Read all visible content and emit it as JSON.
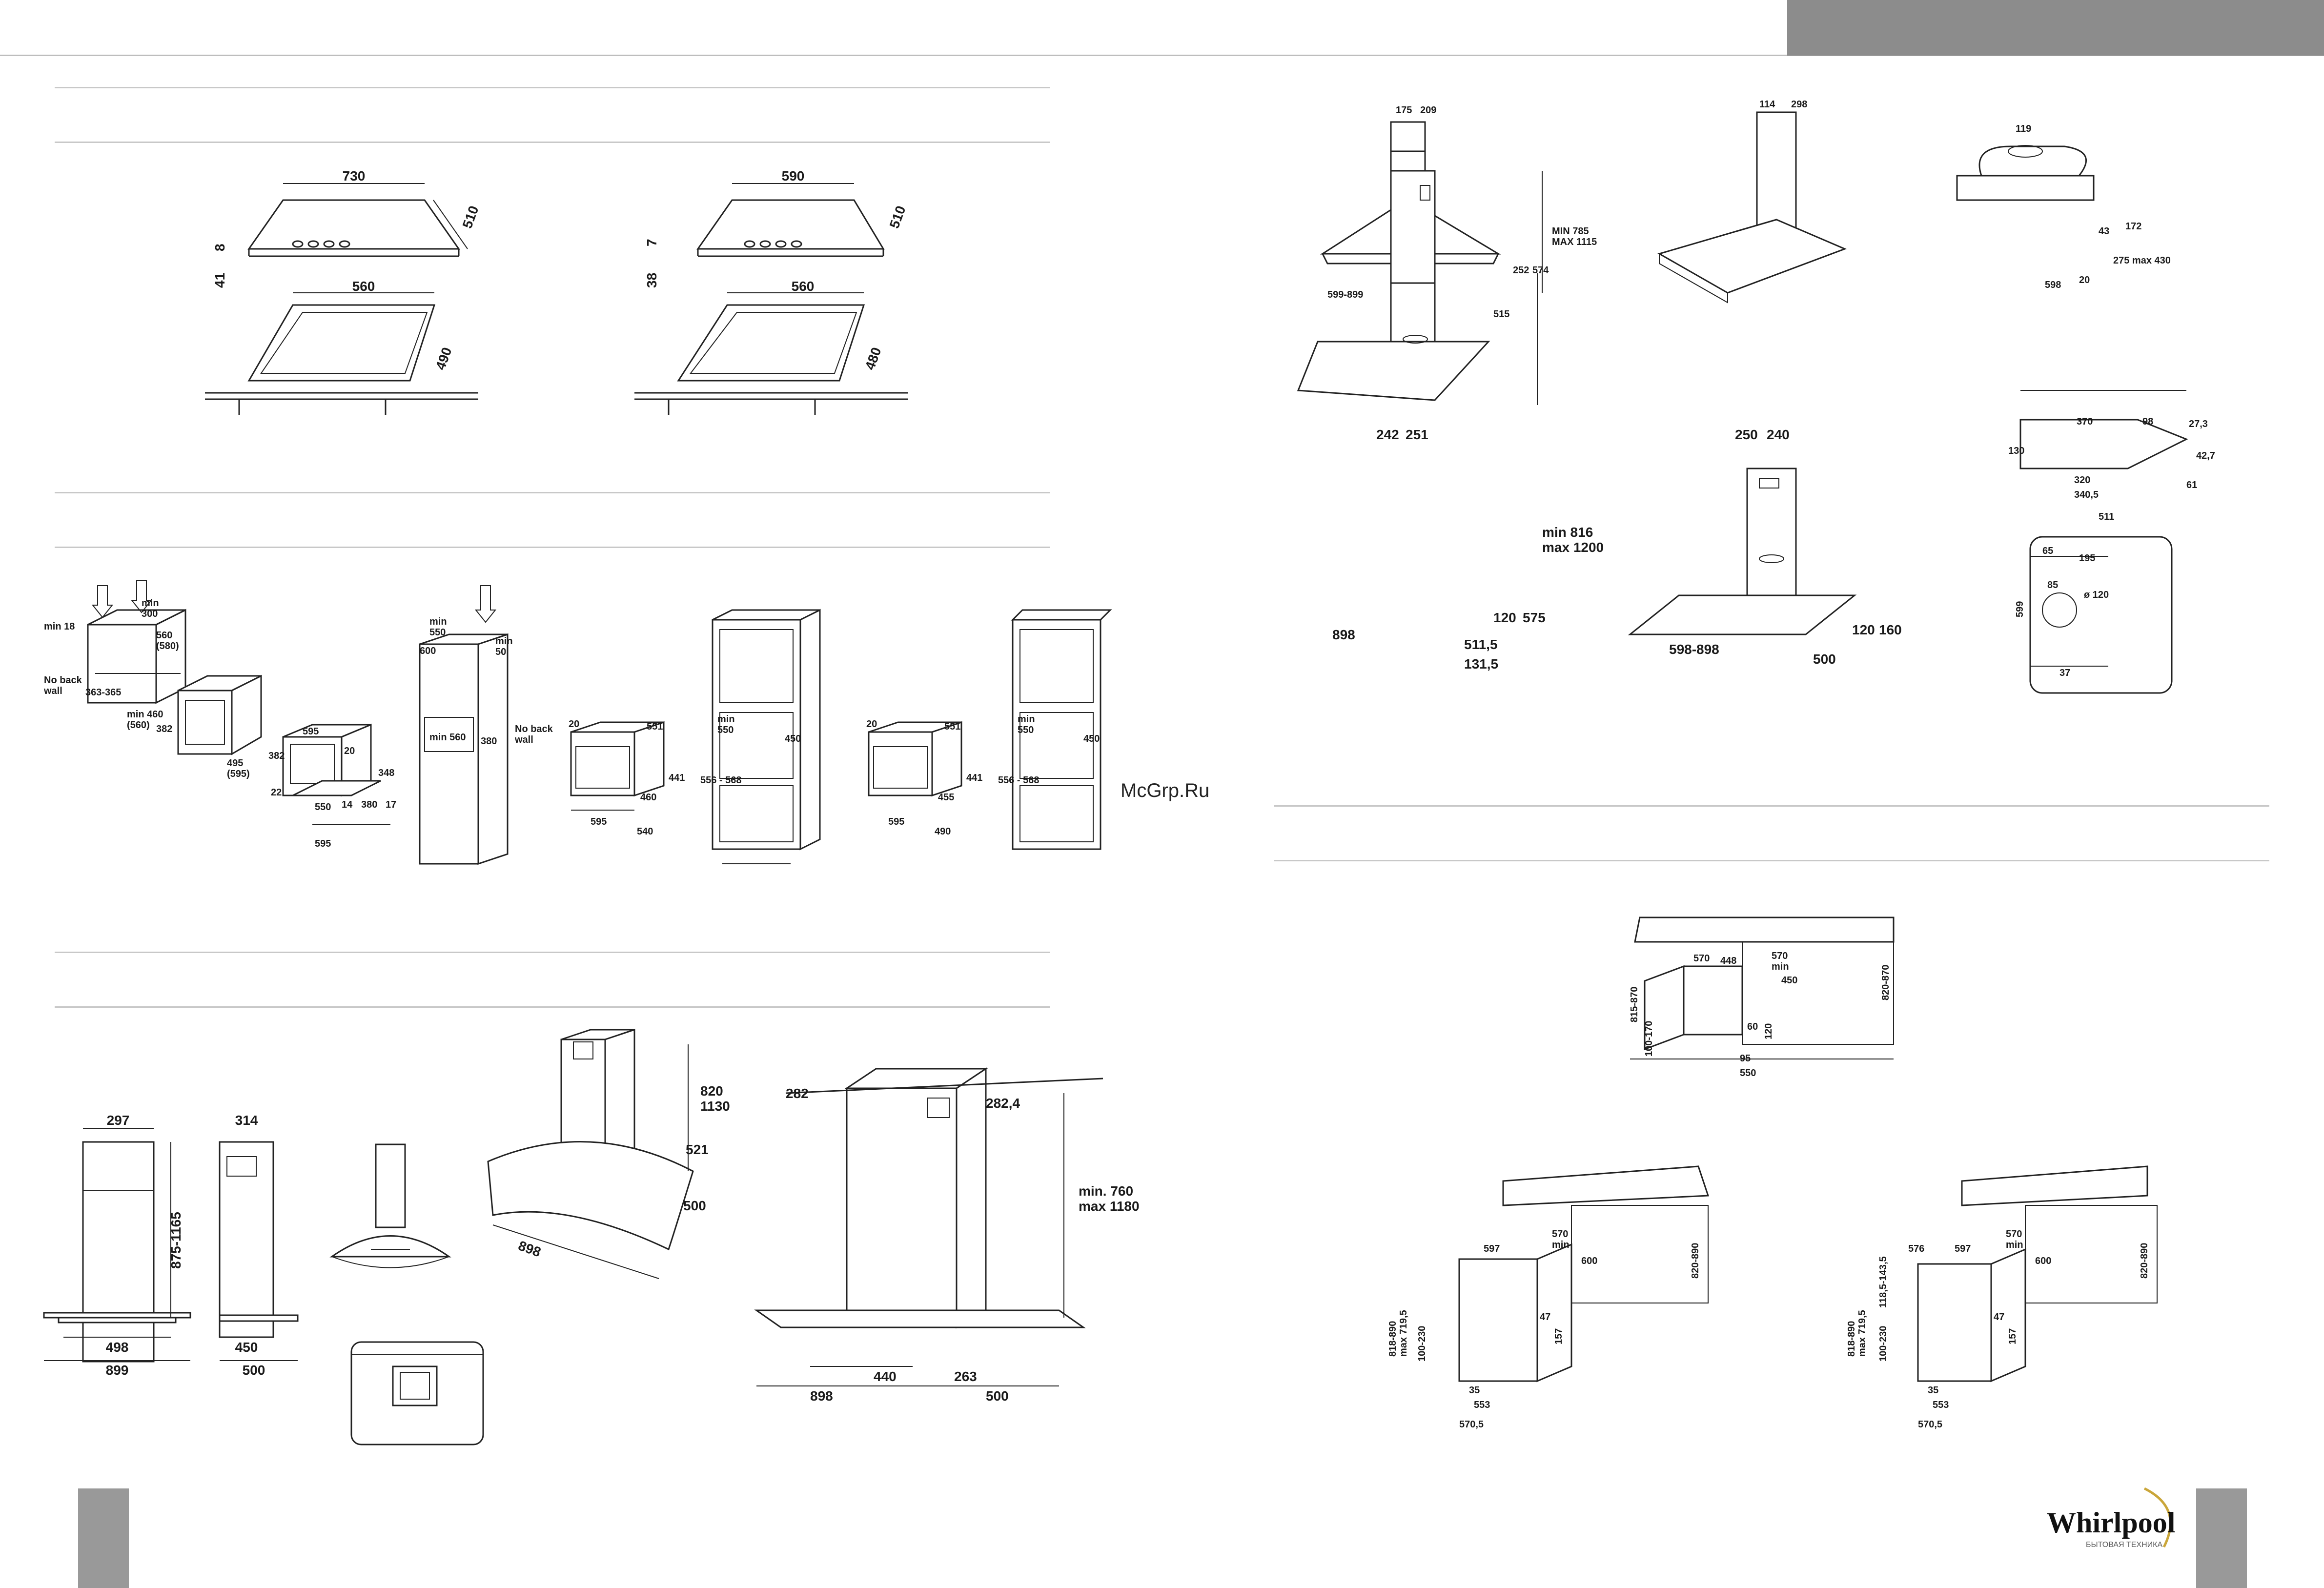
{
  "watermark": "McGrp.Ru",
  "brand": {
    "name": "Whirlpool",
    "tagline": "БЫТОВАЯ ТЕХНИКА"
  },
  "hobs": {
    "hob_730": {
      "width": "730",
      "depth": "510",
      "height": "8",
      "thickness": "41",
      "cut_w": "560",
      "cut_d": "490"
    },
    "hob_590": {
      "width": "590",
      "depth": "510",
      "height": "7",
      "thickness": "38",
      "cut_w": "560",
      "cut_d": "480"
    }
  },
  "ovens": {
    "top_min": "min 18",
    "min300": "min\n300",
    "d560": "560\n(580)",
    "d363": "363-365",
    "noback": "No back\nwall",
    "min460": "min 460\n(560)",
    "h382": "382",
    "w495": "495\n(595)",
    "m595": "595",
    "m382": "382",
    "m348": "348",
    "m20": "20",
    "m22": "22",
    "m550": "550",
    "m380": "380",
    "m14": "14",
    "m17": "17",
    "m595b": "595",
    "col_min550": "min\n550",
    "col_min50": "min\n50",
    "col_600": "600",
    "col_min560": "min 560",
    "col_380": "380",
    "col_noback": "No back\nwall",
    "o1_20": "20",
    "o1_551": "551",
    "o1_441": "441",
    "o1_460": "460",
    "o1_595": "595",
    "o1_540": "540",
    "c1_min550": "min\n550",
    "c1_450": "450",
    "c1_556": "556 - 568",
    "o2_20": "20",
    "o2_551": "551",
    "o2_441": "441",
    "o2_455": "455",
    "o2_595": "595",
    "o2_490": "490",
    "c2_min550": "min\n550",
    "c2_450": "450",
    "c2_556": "556 - 568"
  },
  "hoods_bottom": {
    "a_297": "297",
    "a_875": "875-1165",
    "a_498": "498",
    "a_899": "899",
    "b_314": "314",
    "b_450": "450",
    "b_500": "500",
    "c_820": "820\n1130",
    "c_521": "521",
    "c_898": "898",
    "c_500": "500",
    "d_282": "282",
    "d_282_4": "282,4",
    "d_min760": "min. 760\nmax 1180",
    "d_440": "440",
    "d_263": "263",
    "d_898": "898",
    "d_500": "500"
  },
  "hoods_top": {
    "h1_175": "175",
    "h1_209": "209",
    "h1_min": "MIN 785\nMAX 1115",
    "h1_252": "252",
    "h1_574": "574",
    "h1_599": "599-899",
    "h1_515": "515",
    "h2_114": "114",
    "h2_298": "298",
    "h3_119": "119",
    "h3_172": "172",
    "h3_43": "43",
    "h3_275": "275 max 430",
    "h3_20": "20",
    "h3_598": "598",
    "h4_242": "242",
    "h4_251": "251",
    "h4_min": "min 816\nmax 1200",
    "h4_120": "120",
    "h4_575": "575",
    "h4_898": "898",
    "h4_511": "511,5",
    "h4_131": "131,5",
    "h5_250": "250",
    "h5_240": "240",
    "h5_120": "120",
    "h5_160": "160",
    "h5_598": "598-898",
    "h5_500": "500",
    "p_370": "370",
    "p_98": "98",
    "p_27": "27,3",
    "p_130": "130",
    "p_42": "42,7",
    "p_320": "320",
    "p_340": "340,5",
    "p_61": "61",
    "p_511": "511",
    "p_65": "65",
    "p_195": "195",
    "p_85": "85",
    "p_120": "ø 120",
    "p_599": "599",
    "p_37": "37"
  },
  "dishwashers": {
    "w1_570": "570",
    "w1_448": "448",
    "w1_570min": "570\nmin",
    "w1_450": "450",
    "w1_820": "820-870",
    "w1_815": "815-870",
    "w1_100": "100-170",
    "w1_60": "60",
    "w1_120": "120",
    "w1_95": "95",
    "w1_550": "550",
    "w2_597": "597",
    "w2_570": "570\nmin",
    "w2_600": "600",
    "w2_820": "820-890",
    "w2_818": "818-890\nmax 719,5",
    "w2_100": "100-230",
    "w2_47": "47",
    "w2_157": "157",
    "w2_35": "35",
    "w2_553": "553",
    "w2_570_5": "570,5",
    "w3_576": "576",
    "w3_597": "597",
    "w3_570": "570\nmin",
    "w3_600": "600",
    "w3_820": "820-890",
    "w3_818": "818-890\nmax 719,5",
    "w3_118": "118,5-143,5",
    "w3_100": "100-230",
    "w3_47": "47",
    "w3_157": "157",
    "w3_35": "35",
    "w3_553": "553",
    "w3_570_5": "570,5"
  }
}
